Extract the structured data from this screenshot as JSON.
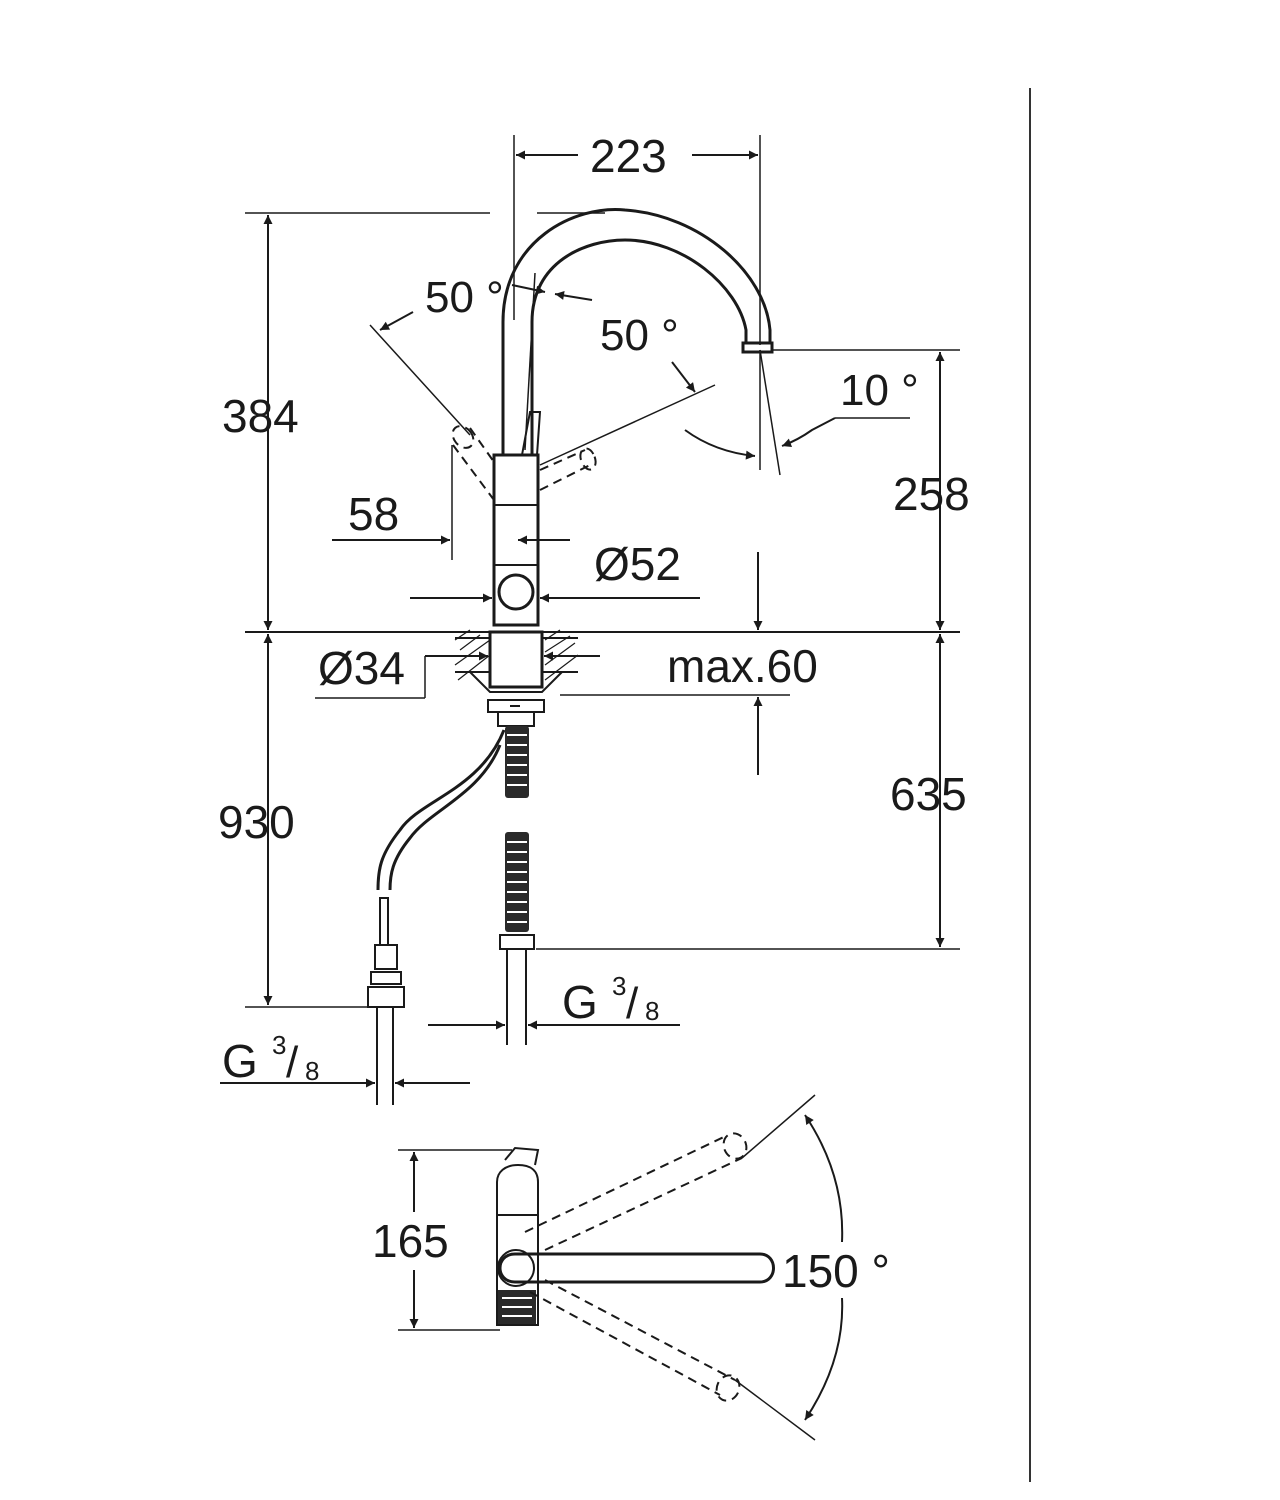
{
  "dimensions": {
    "spout_reach": "223",
    "total_height": "384",
    "handle_angle_left": "50 °",
    "handle_angle_right": "50 °",
    "spout_tilt": "10 °",
    "spout_height": "258",
    "handle_offset": "58",
    "body_diameter": "Ø52",
    "hole_diameter": "Ø34",
    "max_thickness": "max.60",
    "hose_length": "930",
    "hose_height": "635",
    "connection_right": {
      "main": "G",
      "num": "3",
      "den": "8"
    },
    "connection_left": {
      "main": "G",
      "num": "3",
      "den": "8"
    },
    "top_view_depth": "165",
    "swivel_angle": "150 °"
  },
  "colors": {
    "line": "#1a1a1a",
    "background": "#ffffff",
    "border": "#333333"
  }
}
